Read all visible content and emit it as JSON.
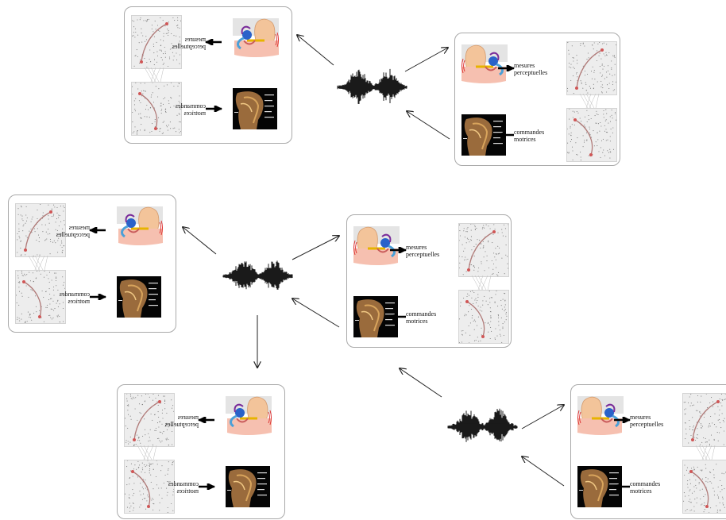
{
  "labels": {
    "perceptual": "mesures perceptuelles",
    "motor": "commandes motrices"
  },
  "agents": [
    {
      "id": "top-left",
      "mirrored": true
    },
    {
      "id": "top-right",
      "mirrored": false
    },
    {
      "id": "mid-left",
      "mirrored": true
    },
    {
      "id": "mid-right",
      "mirrored": false
    },
    {
      "id": "bottom-left",
      "mirrored": true
    },
    {
      "id": "bottom-right",
      "mirrored": false
    }
  ],
  "sound_waves": [
    "speech-waveform-1",
    "speech-waveform-2",
    "speech-waveform-3"
  ],
  "colors": {
    "border": "#a9a9a9",
    "panel": "#ededed",
    "curve": "#b07a78",
    "arrow": "#222222"
  }
}
